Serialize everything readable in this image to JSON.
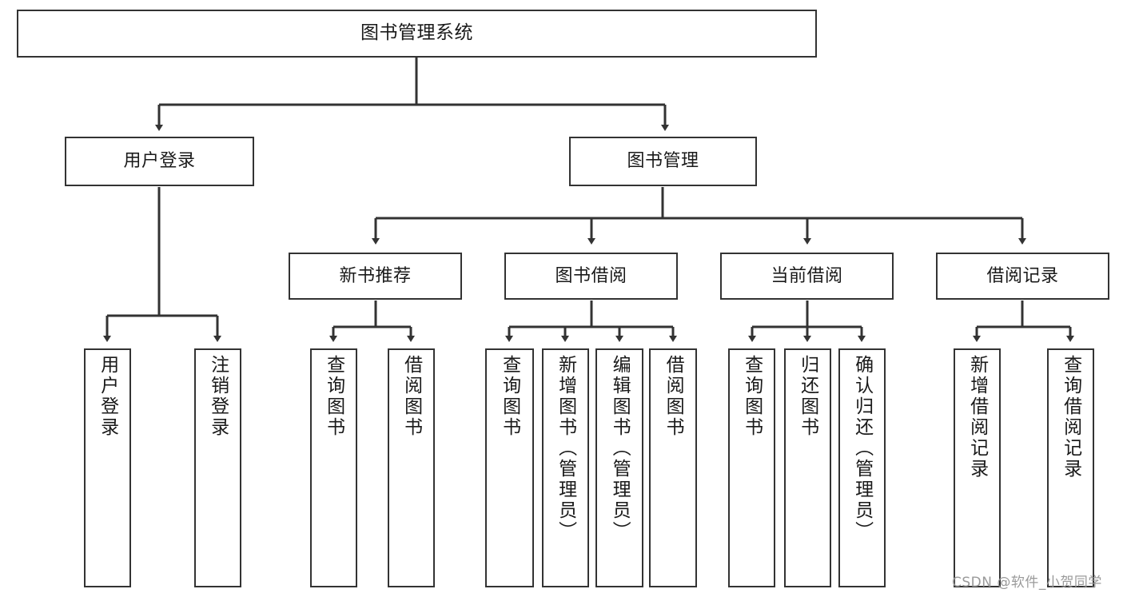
{
  "diagram": {
    "type": "tree",
    "title": "图书管理系统",
    "colors": {
      "stroke": "#333333",
      "fill": "#ffffff",
      "text": "#1a1a1a",
      "watermark": "#9a9a9a"
    },
    "root": {
      "label": "图书管理系统"
    },
    "level2": [
      {
        "label": "用户登录"
      },
      {
        "label": "图书管理"
      }
    ],
    "level3": [
      {
        "label": "新书推荐"
      },
      {
        "label": "图书借阅"
      },
      {
        "label": "当前借阅"
      },
      {
        "label": "借阅记录"
      }
    ],
    "leaves": [
      {
        "label": "用户登录",
        "parent": "用户登录"
      },
      {
        "label": "注销登录",
        "parent": "用户登录"
      },
      {
        "label": "查询图书",
        "parent": "新书推荐"
      },
      {
        "label": "借阅图书",
        "parent": "新书推荐"
      },
      {
        "label": "查询图书",
        "parent": "图书借阅"
      },
      {
        "label": "新增图书（管理员）",
        "parent": "图书借阅"
      },
      {
        "label": "编辑图书（管理员）",
        "parent": "图书借阅"
      },
      {
        "label": "借阅图书",
        "parent": "图书借阅"
      },
      {
        "label": "查询图书",
        "parent": "当前借阅"
      },
      {
        "label": "归还图书",
        "parent": "当前借阅"
      },
      {
        "label": "确认归还（管理员）",
        "parent": "当前借阅"
      },
      {
        "label": "新增借阅记录",
        "parent": "借阅记录"
      },
      {
        "label": "查询借阅记录",
        "parent": "借阅记录"
      }
    ]
  },
  "watermark": {
    "text": "CSDN @软件_小贺同学"
  }
}
